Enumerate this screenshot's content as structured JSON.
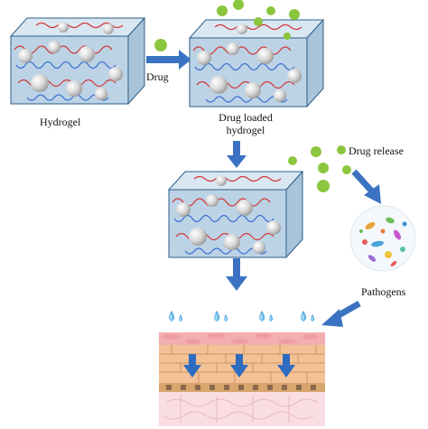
{
  "labels": {
    "hydrogel": "Hydrogel",
    "drug": "Drug",
    "drug_loaded_line1": "Drug loaded",
    "drug_loaded_line2": "hydrogel",
    "drug_release": "Drug release",
    "pathogens": "Pathogens"
  },
  "colors": {
    "box_front": "#bcd3e6",
    "box_top": "#d9e7f2",
    "box_side": "#a9c3d9",
    "box_edge": "#2c5f8a",
    "arrow": "#3b73c2",
    "drug_dot": "#8cc63f",
    "polymer_red": "#d23a3a",
    "polymer_blue": "#3a6fcf",
    "water": "#3aa6e6",
    "skin_top": "#f6b6b0",
    "skin_mid": "#f0b98d",
    "skin_base": "#f8d9df"
  }
}
